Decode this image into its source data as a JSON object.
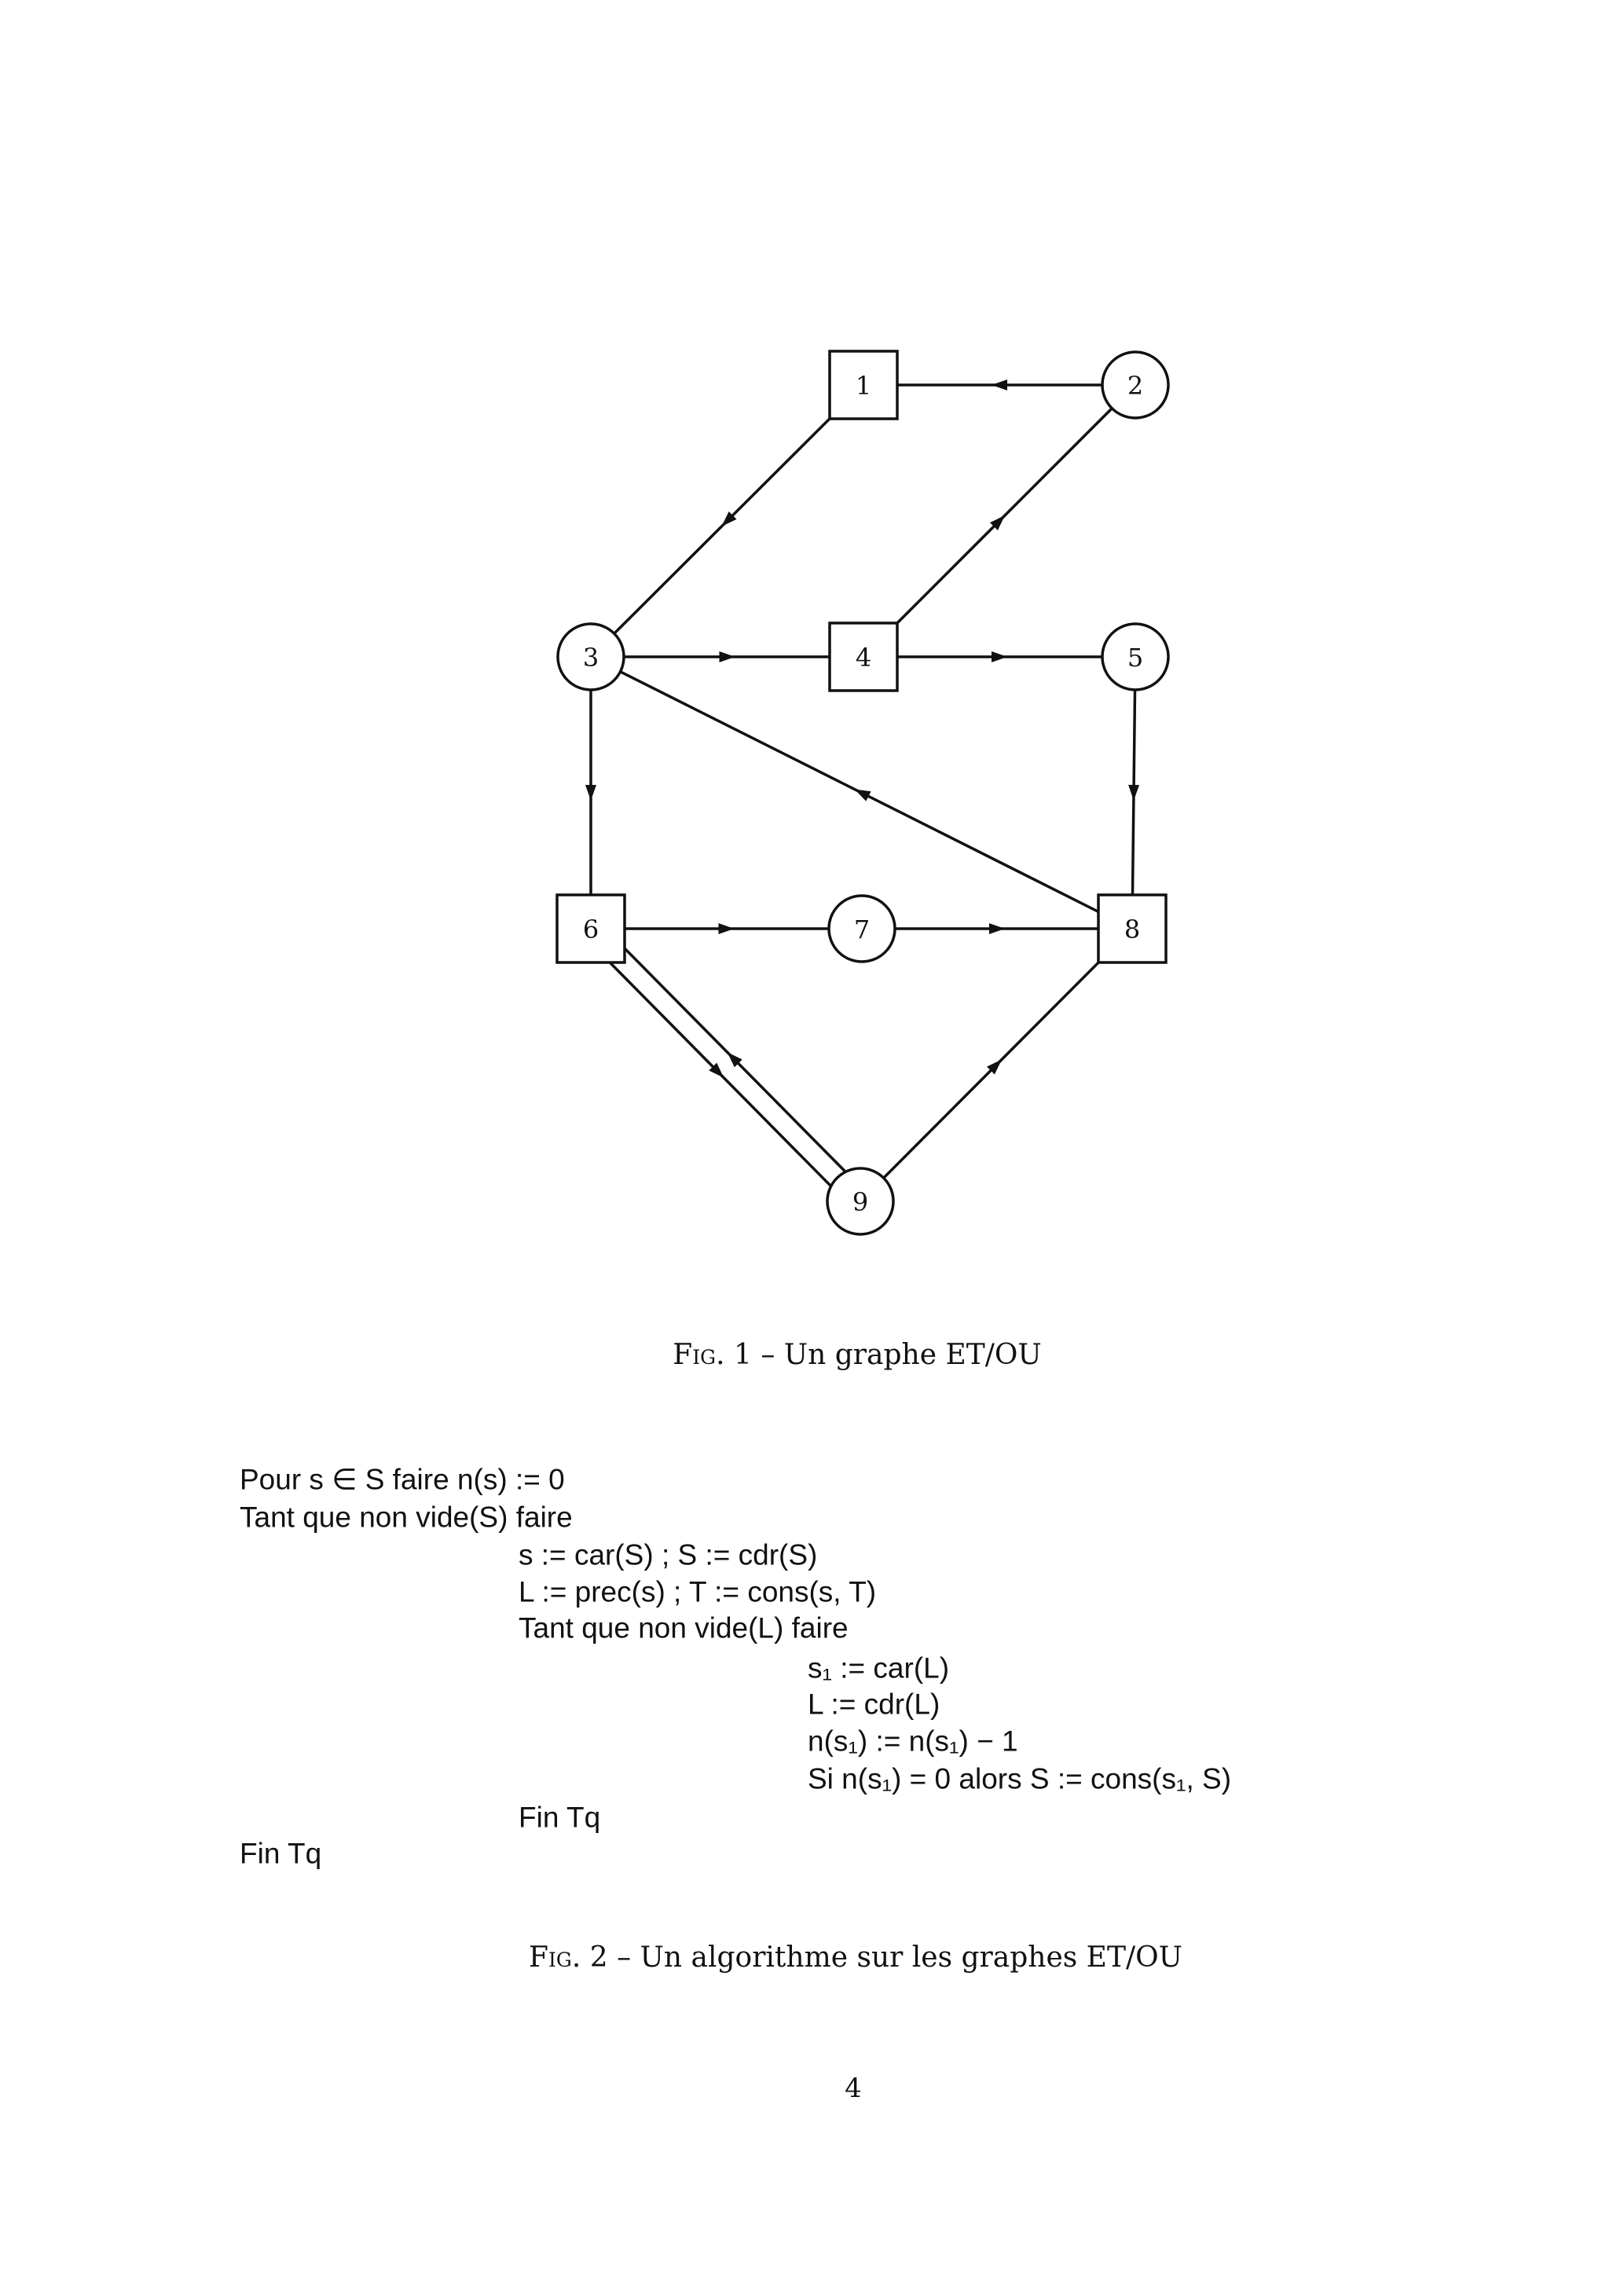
{
  "figure1": {
    "nodes": [
      {
        "id": "1",
        "shape": "square"
      },
      {
        "id": "2",
        "shape": "circle"
      },
      {
        "id": "3",
        "shape": "circle"
      },
      {
        "id": "4",
        "shape": "square"
      },
      {
        "id": "5",
        "shape": "circle"
      },
      {
        "id": "6",
        "shape": "square"
      },
      {
        "id": "7",
        "shape": "circle"
      },
      {
        "id": "8",
        "shape": "square"
      },
      {
        "id": "9",
        "shape": "circle"
      }
    ],
    "edges": [
      {
        "from": "2",
        "to": "1"
      },
      {
        "from": "1",
        "to": "3"
      },
      {
        "from": "4",
        "to": "2"
      },
      {
        "from": "3",
        "to": "4"
      },
      {
        "from": "4",
        "to": "5"
      },
      {
        "from": "5",
        "to": "8"
      },
      {
        "from": "8",
        "to": "3"
      },
      {
        "from": "3",
        "to": "6"
      },
      {
        "from": "6",
        "to": "7"
      },
      {
        "from": "7",
        "to": "8"
      },
      {
        "from": "9",
        "to": "8"
      },
      {
        "from": "9",
        "to": "6",
        "parallel": "upper"
      },
      {
        "from": "6",
        "to": "9",
        "parallel": "lower"
      }
    ],
    "caption_prefix": "Fig. 1",
    "caption_text": " – Un graphe ET/OU"
  },
  "algorithm": {
    "lines": [
      {
        "indent": 0,
        "text": "Pour s ∈ S faire n(s) := 0"
      },
      {
        "indent": 0,
        "text": "Tant que non vide(S) faire"
      },
      {
        "indent": 1,
        "text": "s := car(S) ; S := cdr(S)"
      },
      {
        "indent": 1,
        "text": "L := prec(s) ; T := cons(s, T)"
      },
      {
        "indent": 1,
        "text": "Tant que  non vide(L) faire"
      },
      {
        "indent": 2,
        "text": "s₁ := car(L)"
      },
      {
        "indent": 2,
        "text": "L := cdr(L)"
      },
      {
        "indent": 2,
        "text": "n(s₁) := n(s₁) − 1"
      },
      {
        "indent": 2,
        "text": "Si n(s₁) = 0 alors S := cons(s₁, S)"
      },
      {
        "indent": 1,
        "text": "Fin Tq"
      },
      {
        "indent": 0,
        "text": "Fin Tq"
      }
    ],
    "caption_prefix": "Fig. 2",
    "caption_text": " – Un algorithme sur les graphes ET/OU"
  },
  "page_number": "4"
}
